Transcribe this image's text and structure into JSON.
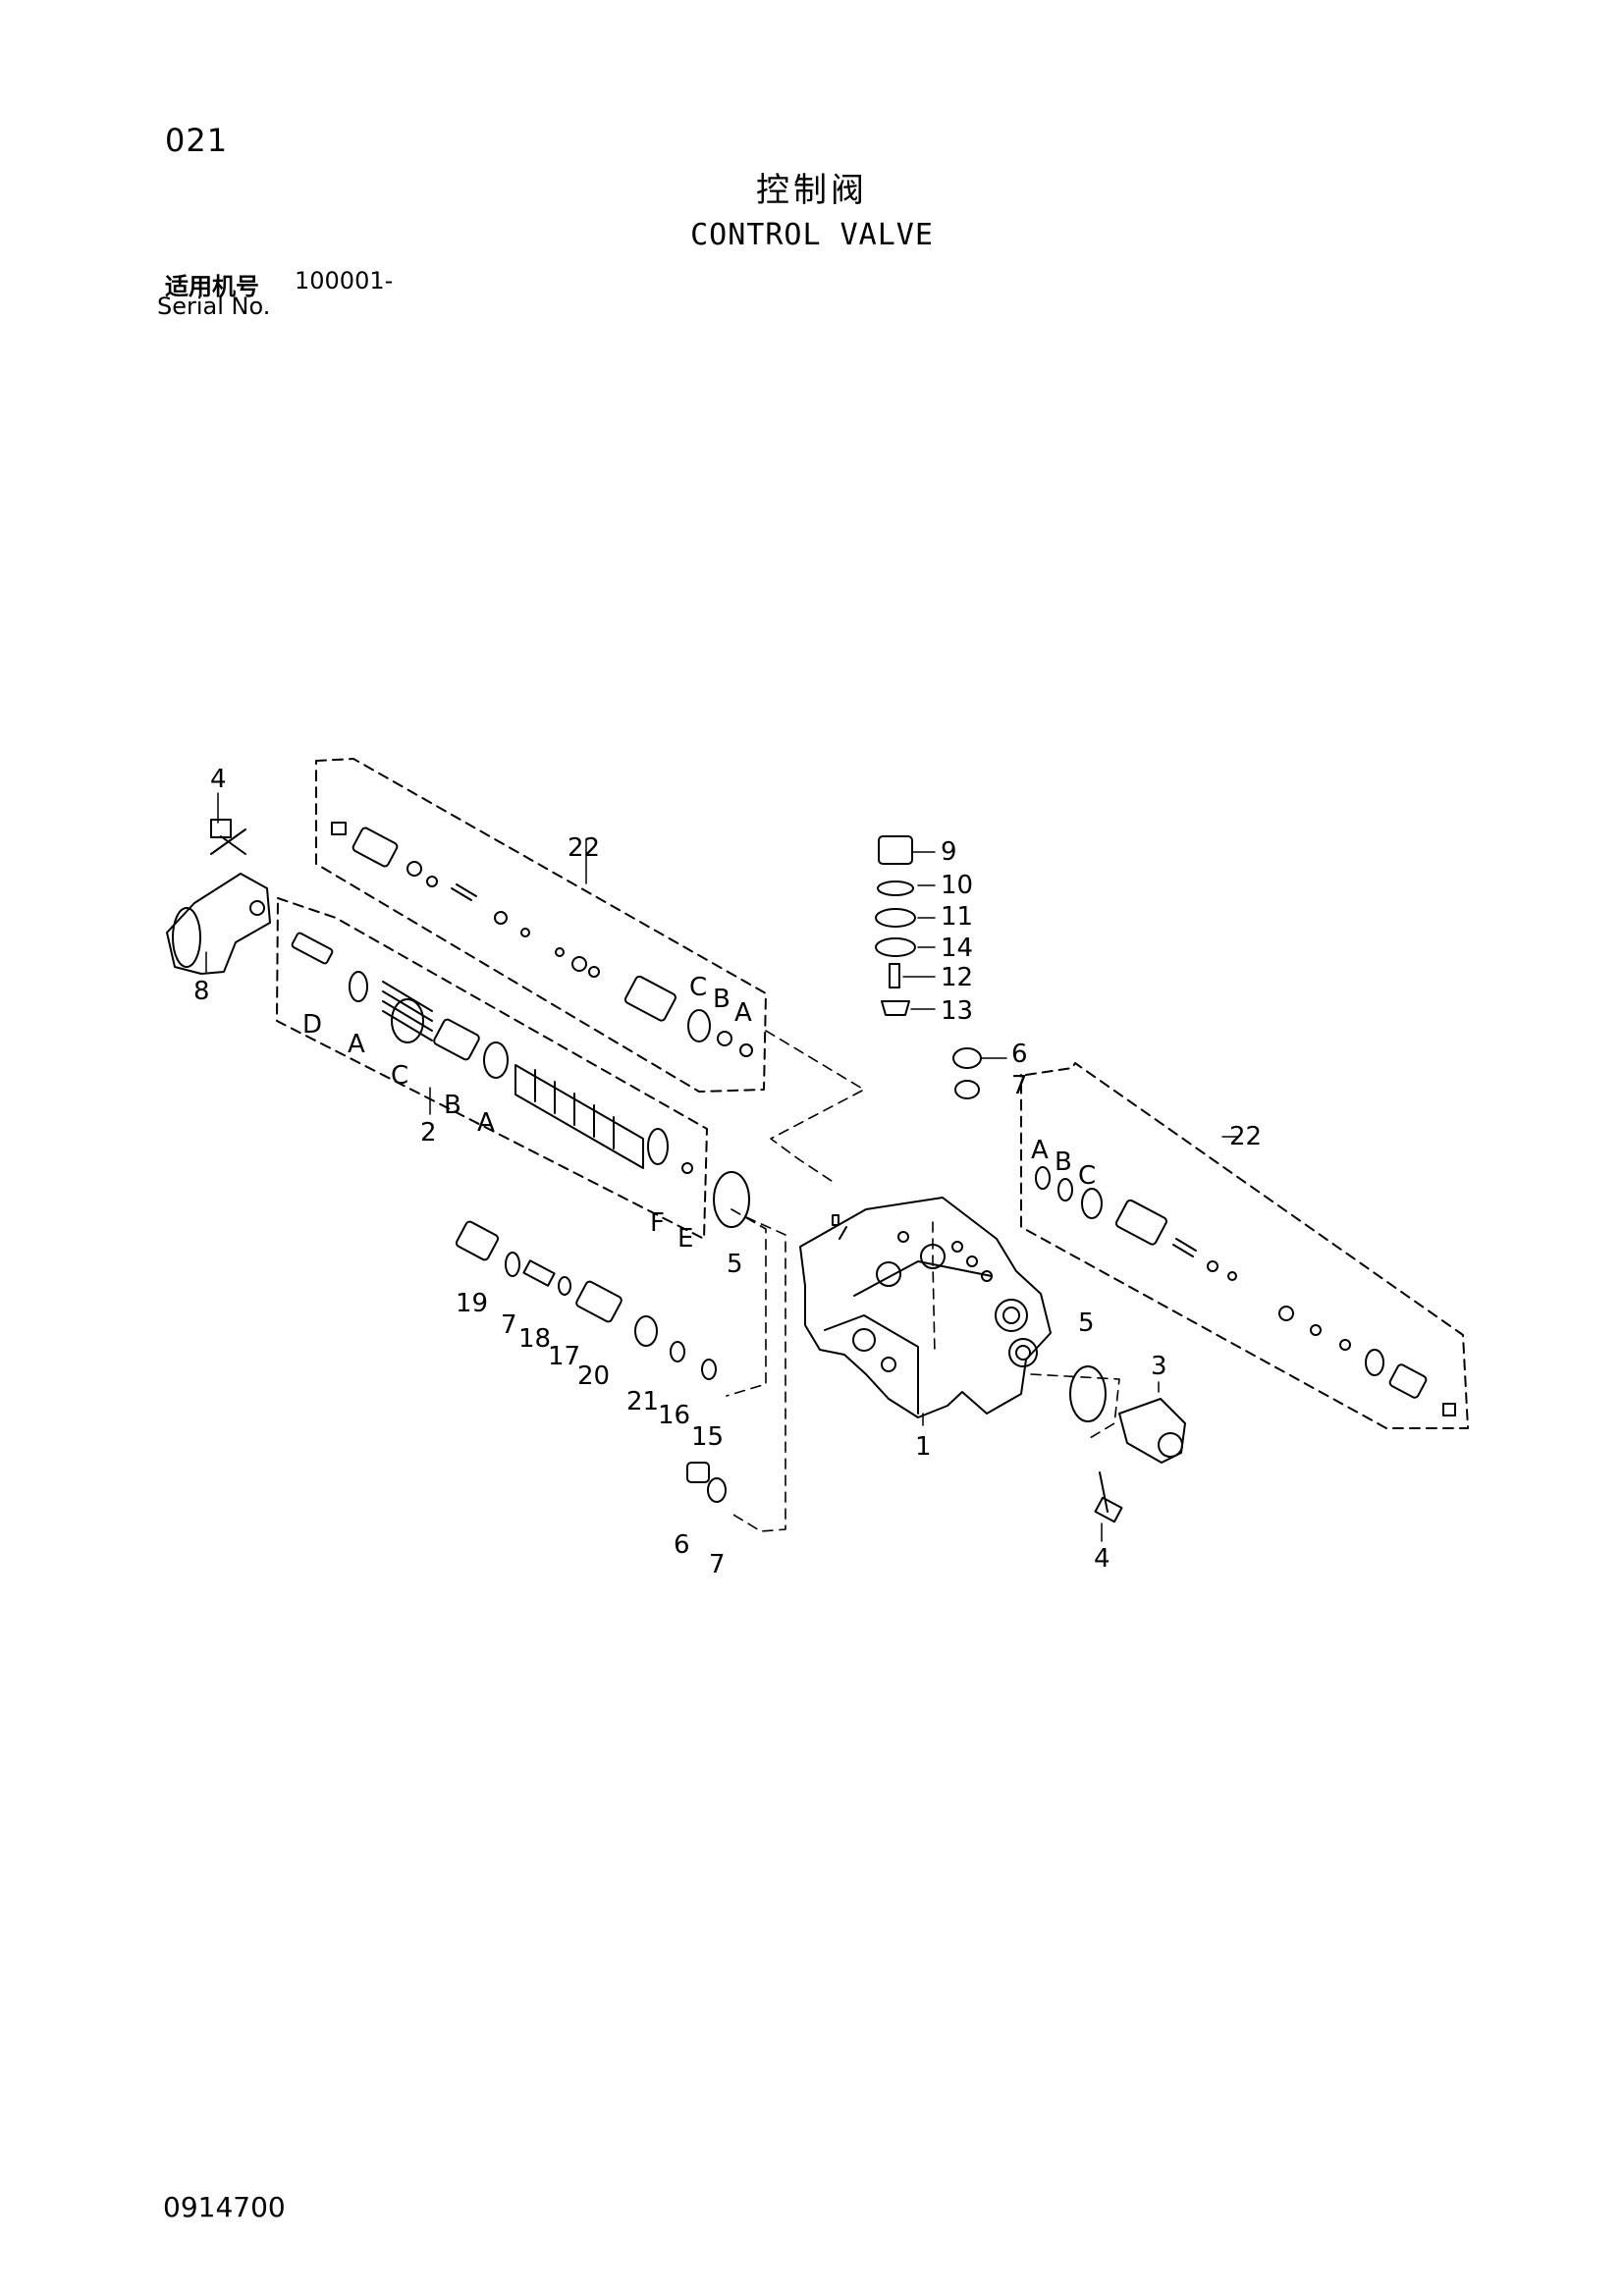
{
  "header": {
    "page_number": "021",
    "title_cn": "控制阀",
    "title_en": "CONTROL VALVE",
    "serial_label_cn": "适用机号",
    "serial_value": "100001-",
    "serial_label_en": "Serial No."
  },
  "footer": {
    "document_code": "0914700"
  },
  "callouts": {
    "c1": "1",
    "c2": "2",
    "c3": "3",
    "c4a": "4",
    "c4b": "4",
    "c5a": "5",
    "c5b": "5",
    "c6a": "6",
    "c6b": "6",
    "c7a": "7",
    "c7b": "7",
    "c7c": "7",
    "c8": "8",
    "c9": "9",
    "c10": "10",
    "c11": "11",
    "c12": "12",
    "c13": "13",
    "c14": "14",
    "c15": "15",
    "c16": "16",
    "c17": "17",
    "c18": "18",
    "c19": "19",
    "c20": "20",
    "c21": "21",
    "c22a": "22",
    "c22b": "22",
    "la1": "A",
    "la2": "A",
    "la3": "A",
    "la4": "A",
    "lb1": "B",
    "lb2": "B",
    "lb3": "B",
    "lc1": "C",
    "lc2": "C",
    "lc3": "C",
    "ld1": "D",
    "le1": "E",
    "lf1": "F"
  }
}
